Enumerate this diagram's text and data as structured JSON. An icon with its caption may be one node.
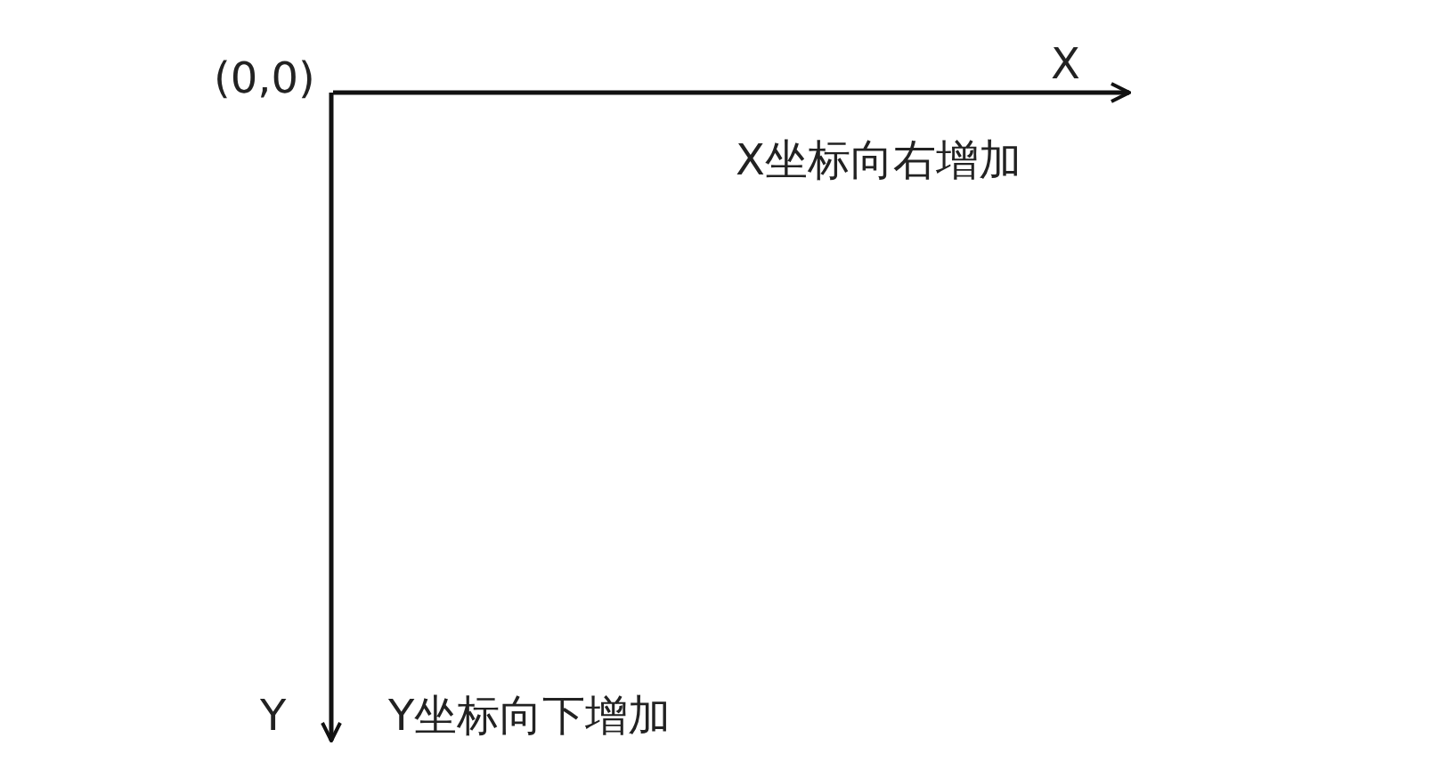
{
  "diagram": {
    "labels": [
      "(0,0)",
      "X",
      "X坐标向右增加",
      "Y",
      "Y坐标向下增加"
    ]
  }
}
